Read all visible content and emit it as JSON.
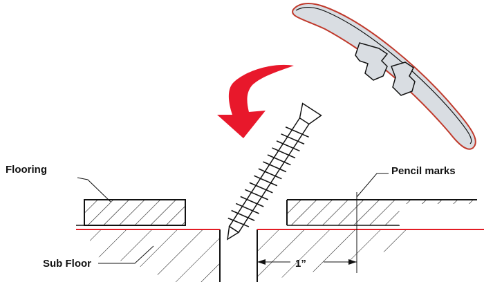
{
  "labels": {
    "flooring": "Flooring",
    "pencil_marks": "Pencil marks",
    "sub_floor": "Sub Floor",
    "dimension": "1”"
  },
  "colors": {
    "arrow": "#e8182b",
    "subfloor_line": "#e31b23",
    "molding_fill": "#d9dde2",
    "molding_outline": "#c0392b",
    "ink": "#111111"
  },
  "icons": {
    "direction": "curved-arrow-down-icon"
  }
}
